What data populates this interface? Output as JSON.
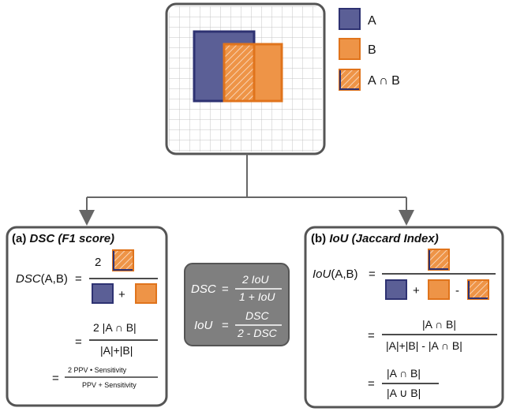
{
  "legend": {
    "a": {
      "label": "A",
      "color": "#5b5f96"
    },
    "b": {
      "label": "B",
      "color": "#ee9447"
    },
    "intersection": {
      "label": "A ∩ B"
    }
  },
  "dsc_panel": {
    "title_prefix": "(a) ",
    "title_main": "DSC (F1 score)",
    "lhs_func": "DSC",
    "lhs_args": "(A,B)",
    "eq": "=",
    "two": "2",
    "plus": "+",
    "set_numer": "2 |A ∩ B|",
    "set_denom": "|A|+|B|",
    "ppv_numer": "2 PPV • Sensitivity",
    "ppv_denom": "PPV + Sensitivity"
  },
  "center_box": {
    "dsc_lhs": "DSC",
    "dsc_numer": "2 IoU",
    "dsc_denom": "1 + IoU",
    "iou_lhs": "IoU",
    "iou_numer": "DSC",
    "iou_denom": "2 - DSC",
    "eq": "="
  },
  "iou_panel": {
    "title_prefix": "(b) ",
    "title_main": "IoU (Jaccard Index)",
    "lhs_func": "IoU",
    "lhs_args": "(A,B)",
    "eq": "=",
    "plus": "+",
    "minus": "-",
    "set_numer": "|A ∩ B|",
    "set_denom": "|A|+|B| - |A ∩ B|",
    "union_numer": "|A ∩ B|",
    "union_denom": "|A ∪ B|"
  },
  "colors": {
    "a_fill": "#5b5f96",
    "a_stroke": "#2e3272",
    "b_fill": "#ee9447",
    "b_stroke": "#e0741c",
    "frame": "#555555",
    "grid": "#c4c4c4",
    "center_box": "#7f7f7f"
  }
}
